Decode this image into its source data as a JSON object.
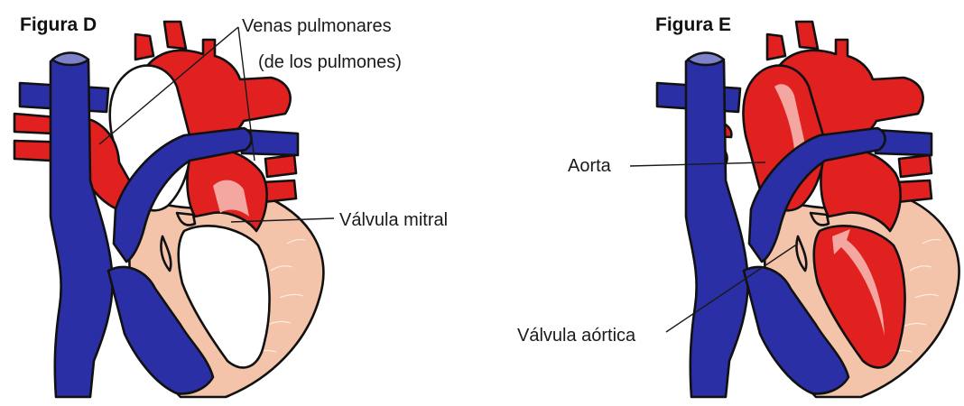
{
  "colors": {
    "oxygenated": "#e0211f",
    "deoxygenated": "#2b2fa6",
    "muscle": "#f3c4aa",
    "highlight": "#f4a6a0",
    "outline": "#111111",
    "vein_highlight": "#7d82c9"
  },
  "figure_d": {
    "title": "Figura D",
    "labels": {
      "pulmonary_veins_line1": "Venas pulmonares",
      "pulmonary_veins_line2": "(de los pulmones)",
      "mitral_valve": "Válvula mitral"
    }
  },
  "figure_e": {
    "title": "Figura E",
    "labels": {
      "aorta": "Aorta",
      "aortic_valve": "Válvula aórtica"
    }
  }
}
